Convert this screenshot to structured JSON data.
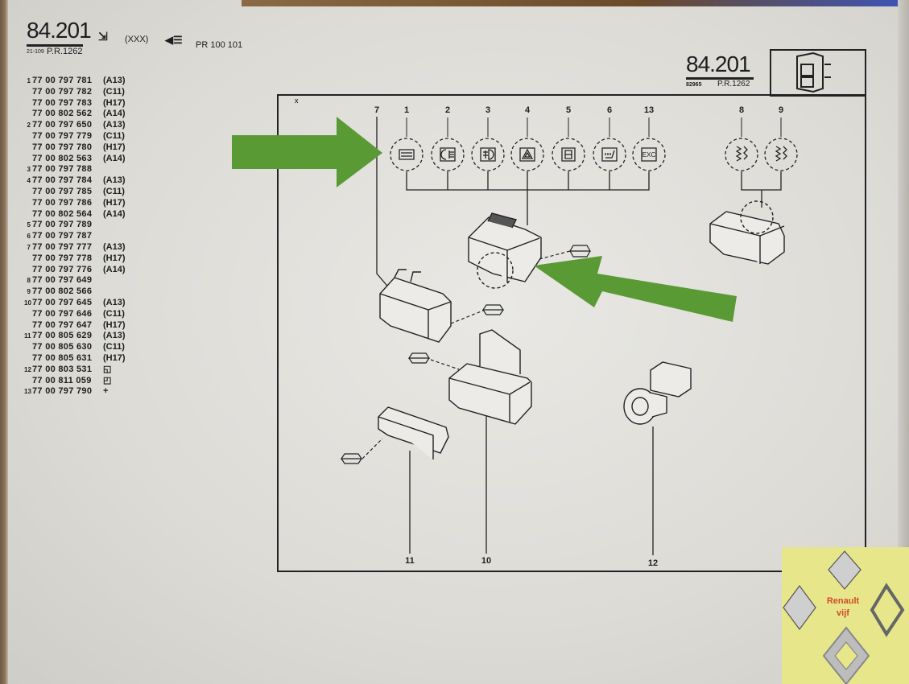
{
  "left_header": {
    "page_number": "84.201",
    "sub_code": "21-109",
    "pr_ref": "P.R.1262",
    "variant": "(XXX)",
    "model_ref": "PR 100 101"
  },
  "right_header": {
    "page_number": "84.201",
    "sub_code": "82965",
    "pr_ref": "P.R.1262",
    "icon": "rocker-switch-icon"
  },
  "parts_list": [
    {
      "index": "1",
      "part": "77 00 797 781",
      "variant": "(A13)"
    },
    {
      "index": "",
      "part": "77 00 797 782",
      "variant": "(C11)"
    },
    {
      "index": "",
      "part": "77 00 797 783",
      "variant": "(H17)"
    },
    {
      "index": "",
      "part": "77 00 802 562",
      "variant": "(A14)"
    },
    {
      "index": "2",
      "part": "77 00 797 650",
      "variant": "(A13)"
    },
    {
      "index": "",
      "part": "77 00 797 779",
      "variant": "(C11)"
    },
    {
      "index": "",
      "part": "77 00 797 780",
      "variant": "(H17)"
    },
    {
      "index": "",
      "part": "77 00 802 563",
      "variant": "(A14)"
    },
    {
      "index": "3",
      "part": "77 00 797 788",
      "variant": ""
    },
    {
      "index": "4",
      "part": "77 00 797 784",
      "variant": "(A13)"
    },
    {
      "index": "",
      "part": "77 00 797 785",
      "variant": "(C11)"
    },
    {
      "index": "",
      "part": "77 00 797 786",
      "variant": "(H17)"
    },
    {
      "index": "",
      "part": "77 00 802 564",
      "variant": "(A14)"
    },
    {
      "index": "5",
      "part": "77 00 797 789",
      "variant": ""
    },
    {
      "index": "6",
      "part": "77 00 797 787",
      "variant": ""
    },
    {
      "index": "7",
      "part": "77 00 797 777",
      "variant": "(A13)"
    },
    {
      "index": "",
      "part": "77 00 797 778",
      "variant": "(H17)"
    },
    {
      "index": "",
      "part": "77 00 797 776",
      "variant": "(A14)"
    },
    {
      "index": "8",
      "part": "77 00 797 649",
      "variant": ""
    },
    {
      "index": "9",
      "part": "77 00 802 566",
      "variant": ""
    },
    {
      "index": "10",
      "part": "77 00 797 645",
      "variant": "(A13)"
    },
    {
      "index": "",
      "part": "77 00 797 646",
      "variant": "(C11)"
    },
    {
      "index": "",
      "part": "77 00 797 647",
      "variant": "(H17)"
    },
    {
      "index": "11",
      "part": "77 00 805 629",
      "variant": "(A13)"
    },
    {
      "index": "",
      "part": "77 00 805 630",
      "variant": "(C11)"
    },
    {
      "index": "",
      "part": "77 00 805 631",
      "variant": "(H17)"
    },
    {
      "index": "12",
      "part": "77 00 803 531",
      "variant": "◱"
    },
    {
      "index": "",
      "part": "77 00 811 059",
      "variant": "◰"
    },
    {
      "index": "13",
      "part": "77 00 797 790",
      "variant": "+"
    }
  ],
  "diagram": {
    "frame_label": "x",
    "callouts_top": [
      "7",
      "1",
      "2",
      "3",
      "4",
      "5",
      "6",
      "13",
      "8",
      "9"
    ],
    "callouts_bottom": [
      "11",
      "10",
      "12"
    ],
    "symbols": [
      {
        "ref": "1",
        "icon": "rear-window-demister-icon"
      },
      {
        "ref": "2",
        "icon": "rear-fog-light-icon"
      },
      {
        "ref": "3",
        "icon": "front-fog-light-icon"
      },
      {
        "ref": "4",
        "icon": "hazard-warning-icon"
      },
      {
        "ref": "5",
        "icon": "central-locking-icon"
      },
      {
        "ref": "6",
        "icon": "heated-seat-icon"
      },
      {
        "ref": "13",
        "icon": "exc-icon",
        "label": "EXC"
      },
      {
        "ref": "8",
        "icon": "window-switch-icon"
      },
      {
        "ref": "9",
        "icon": "window-switch-icon"
      }
    ],
    "arrow_color": "#5a9a35"
  },
  "watermark": {
    "line1": "Renault",
    "line2": "vijf"
  }
}
